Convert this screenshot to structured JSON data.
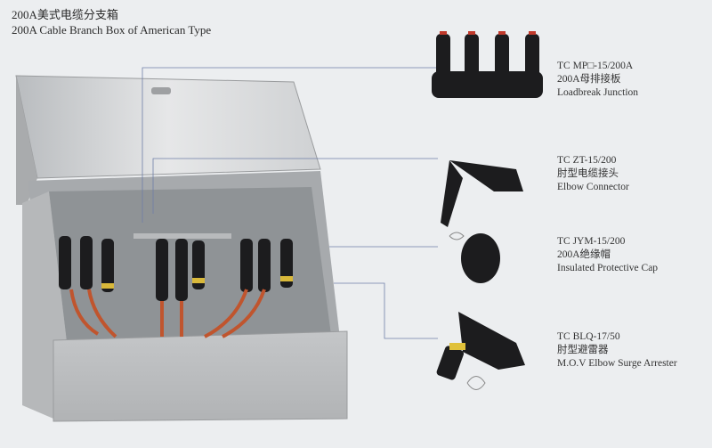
{
  "header": {
    "title_cn": "200A美式电缆分支箱",
    "title_en": "200A Cable Branch Box of American Type"
  },
  "products": [
    {
      "model": "TC MP□-15/200A",
      "name_cn": "200A母排接板",
      "name_en": "Loadbreak Junction"
    },
    {
      "model": "TC ZT-15/200",
      "name_cn": "肘型电缆接头",
      "name_en": "Elbow Connector"
    },
    {
      "model": "TC JYM-15/200",
      "name_cn": "200A绝缘帽",
      "name_en": "Insulated Protective Cap"
    },
    {
      "model": "TC BLQ-17/50",
      "name_cn": "肘型避雷器",
      "name_en": "M.O.V Elbow Surge Arrester"
    }
  ],
  "colors": {
    "background": "#eceef0",
    "leader_line": "#6f7fa8",
    "steel": "#c9cbcd",
    "rubber": "#1c1c1e",
    "cable": "#c0552e"
  }
}
